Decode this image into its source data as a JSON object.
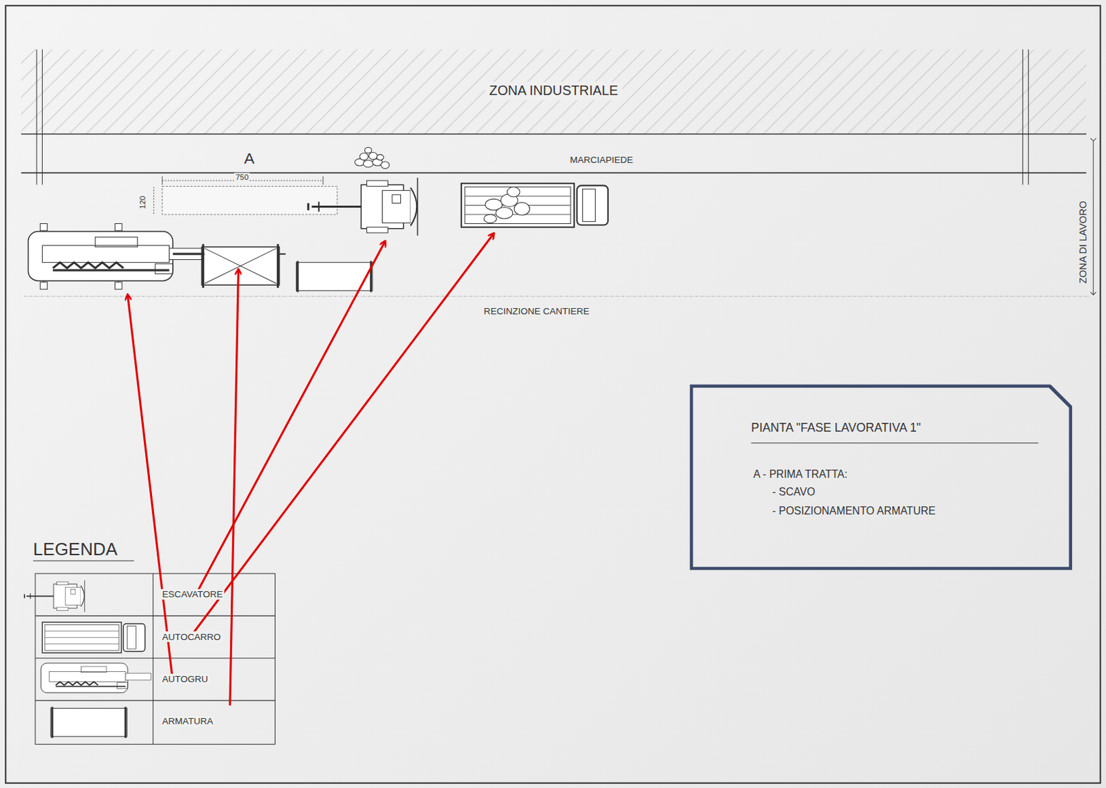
{
  "diagram": {
    "nodes": [
      {
        "text": [
          "ZONA INDUSTRIALE"
        ]
      },
      {
        "text": [
          "PIANTA \"FASE LAVORATIVA 1\"",
          "A - PRIMA TRATTA:",
          "- SCAVO",
          "- POSIZIONAMENTO ARMATURE"
        ]
      }
    ],
    "labels": [
      "A",
      "750",
      "120",
      "MARCIAPIEDE",
      "ZONA DI LAVORO",
      "RECINZIONE CANTIERE",
      "LEGENDA"
    ],
    "legend": [
      {
        "text": "ESCAVATORE"
      },
      {
        "text": "AUTOCARRO"
      },
      {
        "text": "AUTOGRU"
      },
      {
        "text": "ARMATURA"
      }
    ]
  }
}
